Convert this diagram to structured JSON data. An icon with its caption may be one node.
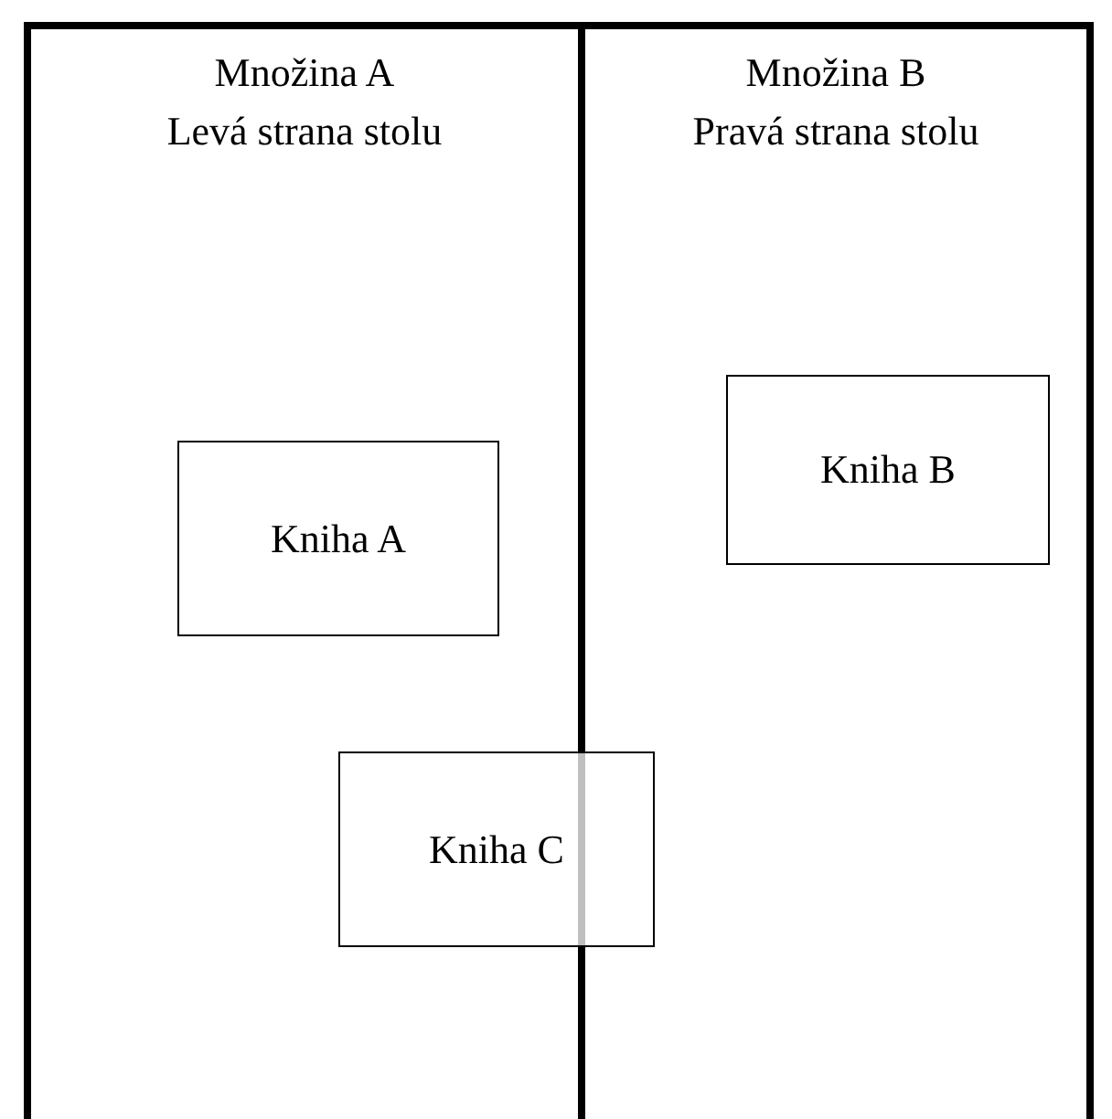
{
  "diagram": {
    "nodes": [
      {
        "text": [
          "Množina A",
          "Levá strana stolu"
        ]
      },
      {
        "text": [
          "Množina B",
          "Pravá strana stolu"
        ]
      },
      {
        "text": [
          "Kniha A"
        ],
        "in": 0
      },
      {
        "text": [
          "Kniha B"
        ],
        "in": 1
      },
      {
        "text": [
          "Kniha C"
        ]
      }
    ]
  }
}
